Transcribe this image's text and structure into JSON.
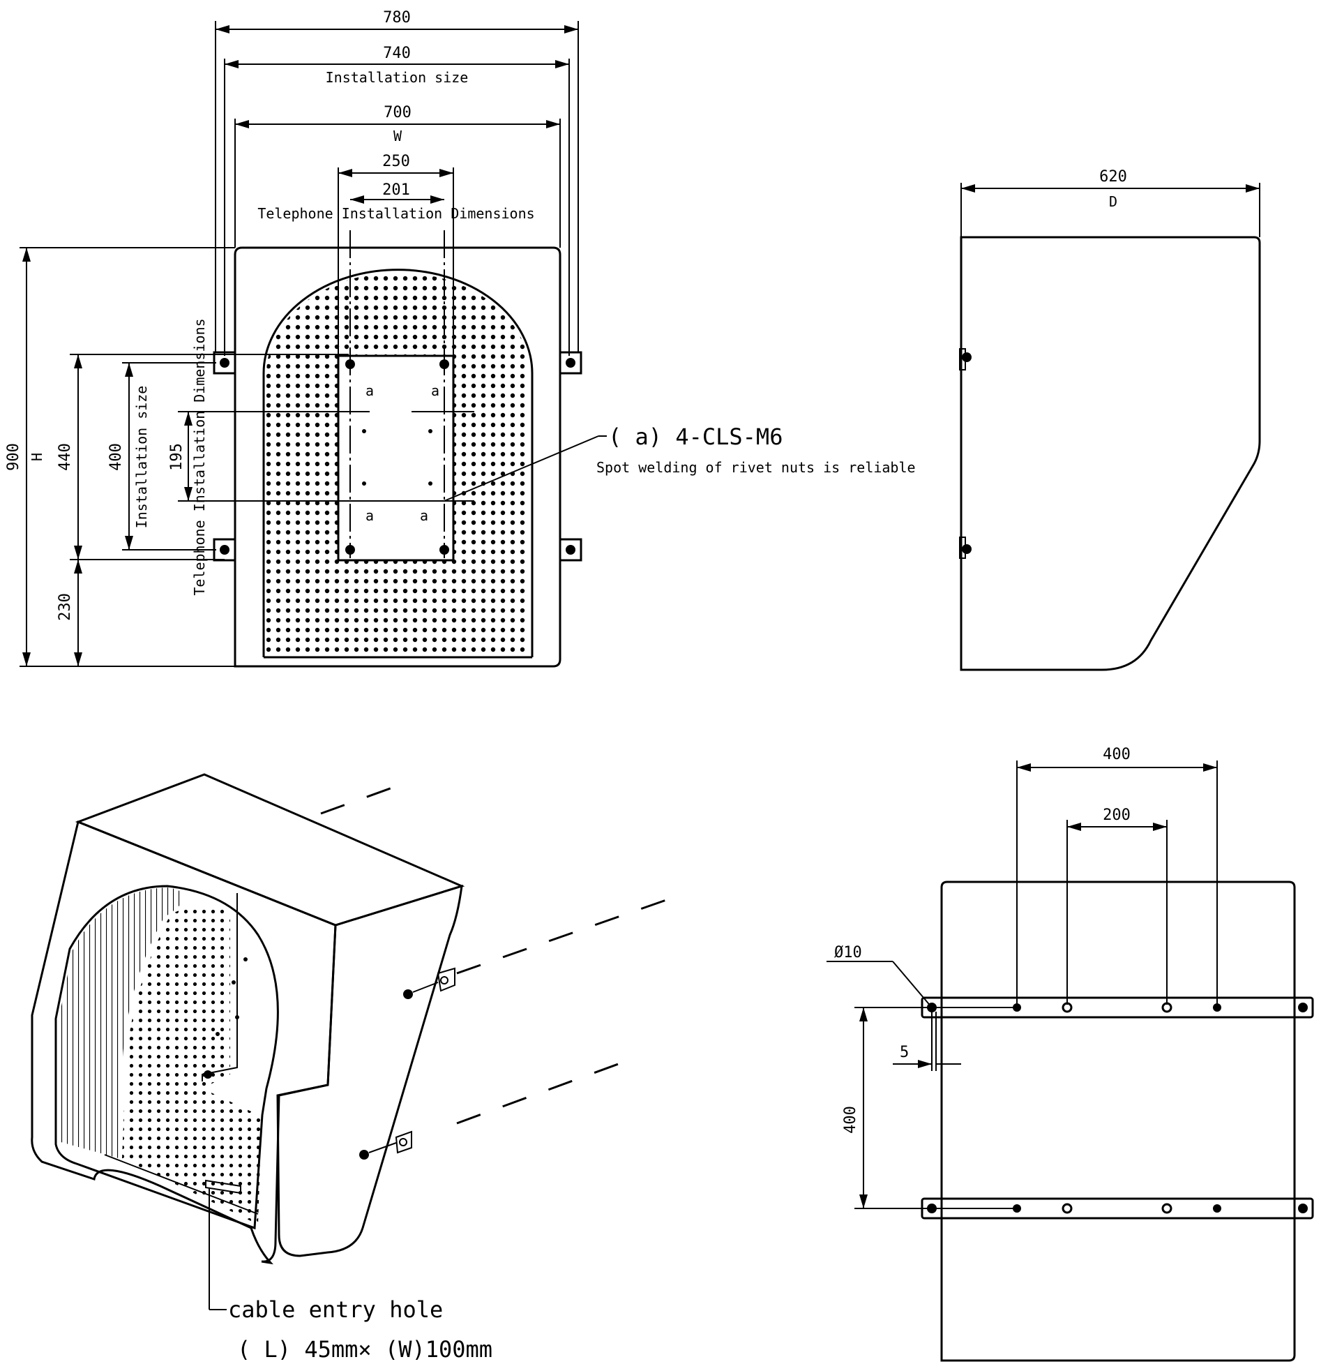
{
  "front_view": {
    "dim_overall": "780",
    "dim_install": "740",
    "dim_install_label": "Installation size",
    "dim_width": "700",
    "dim_width_label": "W",
    "dim_phone_outer": "250",
    "dim_phone_inner": "201",
    "dim_phone_label": "Telephone Installation Dimensions",
    "dim_height": "900",
    "dim_height_label": "H",
    "dim_440": "440",
    "dim_230": "230",
    "dim_400": "400",
    "dim_400_label": "Installation size",
    "dim_195": "195",
    "dim_195_label": "Telephone Installation Dimensions",
    "hole_label": "a",
    "callout_main": "( a) 4-CLS-M6",
    "callout_sub": "Spot welding of rivet nuts is reliable"
  },
  "side_view": {
    "dim_depth": "620",
    "dim_depth_label": "D"
  },
  "iso_view": {
    "cable_label": "cable entry hole",
    "cable_size": "( L) 45mm× (W)100mm"
  },
  "back_view": {
    "dim_400_top": "400",
    "dim_200": "200",
    "dim_diameter": "Ø10",
    "dim_5": "5",
    "dim_400_side": "400"
  }
}
